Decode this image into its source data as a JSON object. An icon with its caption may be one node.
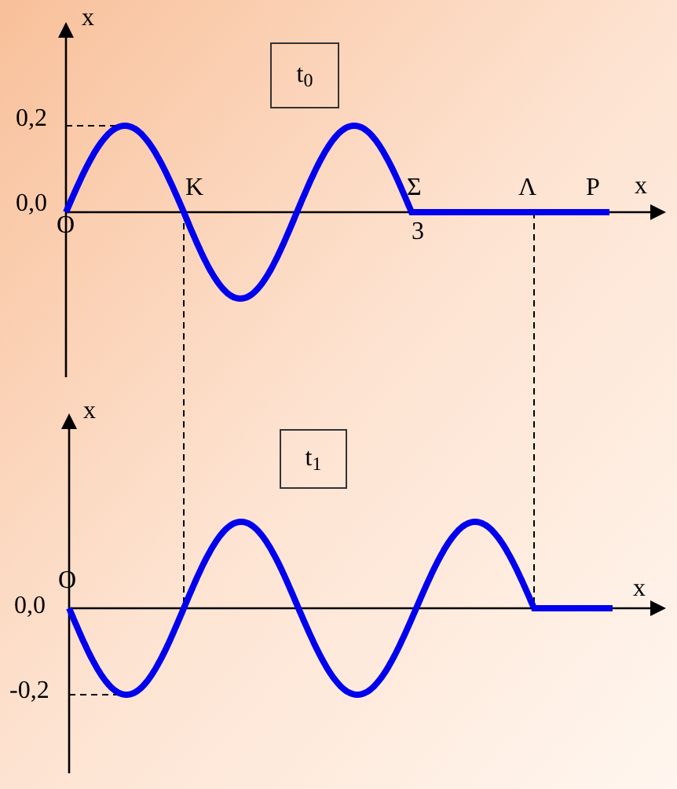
{
  "diagram": {
    "nodes": [
      {
        "text": [
          "t$_{0}$"
        ]
      },
      {
        "text": [
          "t$_{1}$"
        ]
      }
    ],
    "labels": [
      "x",
      "0,2",
      "K",
      "Σ",
      "Λ",
      "P",
      "x",
      "0,0",
      "O",
      "3",
      "x",
      "O",
      "x",
      "0,0",
      "-0,2"
    ]
  }
}
